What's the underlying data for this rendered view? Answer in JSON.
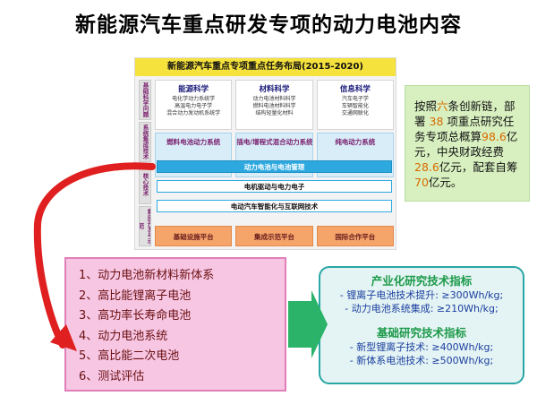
{
  "title": "新能源汽车重点研发专项的动力电池内容",
  "framework": {
    "header": "新能源汽车重点专项重点任务布局(2015-2020)",
    "side_labels": [
      "基础科学问题",
      "系统集成技术",
      "核心技术",
      "集成开发与示范"
    ],
    "sciences": [
      {
        "title": "能源科学",
        "lines": [
          "电化学动力系统学",
          "高温电力电子学",
          "混合动力发动机系统学"
        ]
      },
      {
        "title": "材料科学",
        "lines": [
          "动力电池材料科学",
          "燃料电池材料科学",
          "结构轻量化材料"
        ]
      },
      {
        "title": "信息科学",
        "lines": [
          "汽车电子学",
          "车辆智能化",
          "交通网联化"
        ]
      }
    ],
    "tech_columns": [
      "燃料电池动力系统",
      "插电/增程式混合动力系统",
      "纯电动力系统"
    ],
    "bars": [
      "动力电池与电池管理",
      "电机驱动与电力电子",
      "电动汽车智能化与互联网技术"
    ],
    "platforms": [
      "基础设施平台",
      "集成示范平台",
      "国际合作平台"
    ]
  },
  "investment": {
    "p1": "按照",
    "n1": "六",
    "p2": "条创新链，部署",
    "n2": "38",
    "p3": "项重点研究任务专项总概算",
    "n3": "98.6",
    "p4": "亿元，中央财政经费",
    "n4": "28.6",
    "p5": "亿元，配套自筹",
    "n5": "70",
    "p6": "亿元。"
  },
  "research_list": [
    "1、动力电池新材料新体系",
    "2、高比能锂离子电池",
    "3、高功率长寿命电池",
    "4、动力电池系统",
    "5、高比能二次电池",
    "6、测试评估"
  ],
  "indicators": {
    "industrial_title": "产业化研究技术指标",
    "industrial_lines": [
      "- 锂离子电池技术提升: ≥300Wh/kg;",
      "- 动力电池系统集成: ≥210Wh/kg;"
    ],
    "basic_title": "基础研究技术指标",
    "basic_lines": [
      "- 新型锂离子技术: ≥400Wh/kg;",
      "- 新体系电池技术: ≥500Wh/kg;"
    ]
  },
  "colors": {
    "header_yellow": "#f6e23c",
    "bar_blue": "#2ea9e0",
    "platform_orange": "#f5a46a",
    "invest_green": "#d8f0c0",
    "highlight_orange": "#d96a00",
    "list_pink": "#f7c6e3",
    "indicator_teal": "#2aa6a6",
    "arrow_red": "#e02020",
    "arrow_green": "#2bb36a"
  },
  "icons": [
    "curved-red-arrow-icon",
    "green-right-arrow-icon"
  ]
}
